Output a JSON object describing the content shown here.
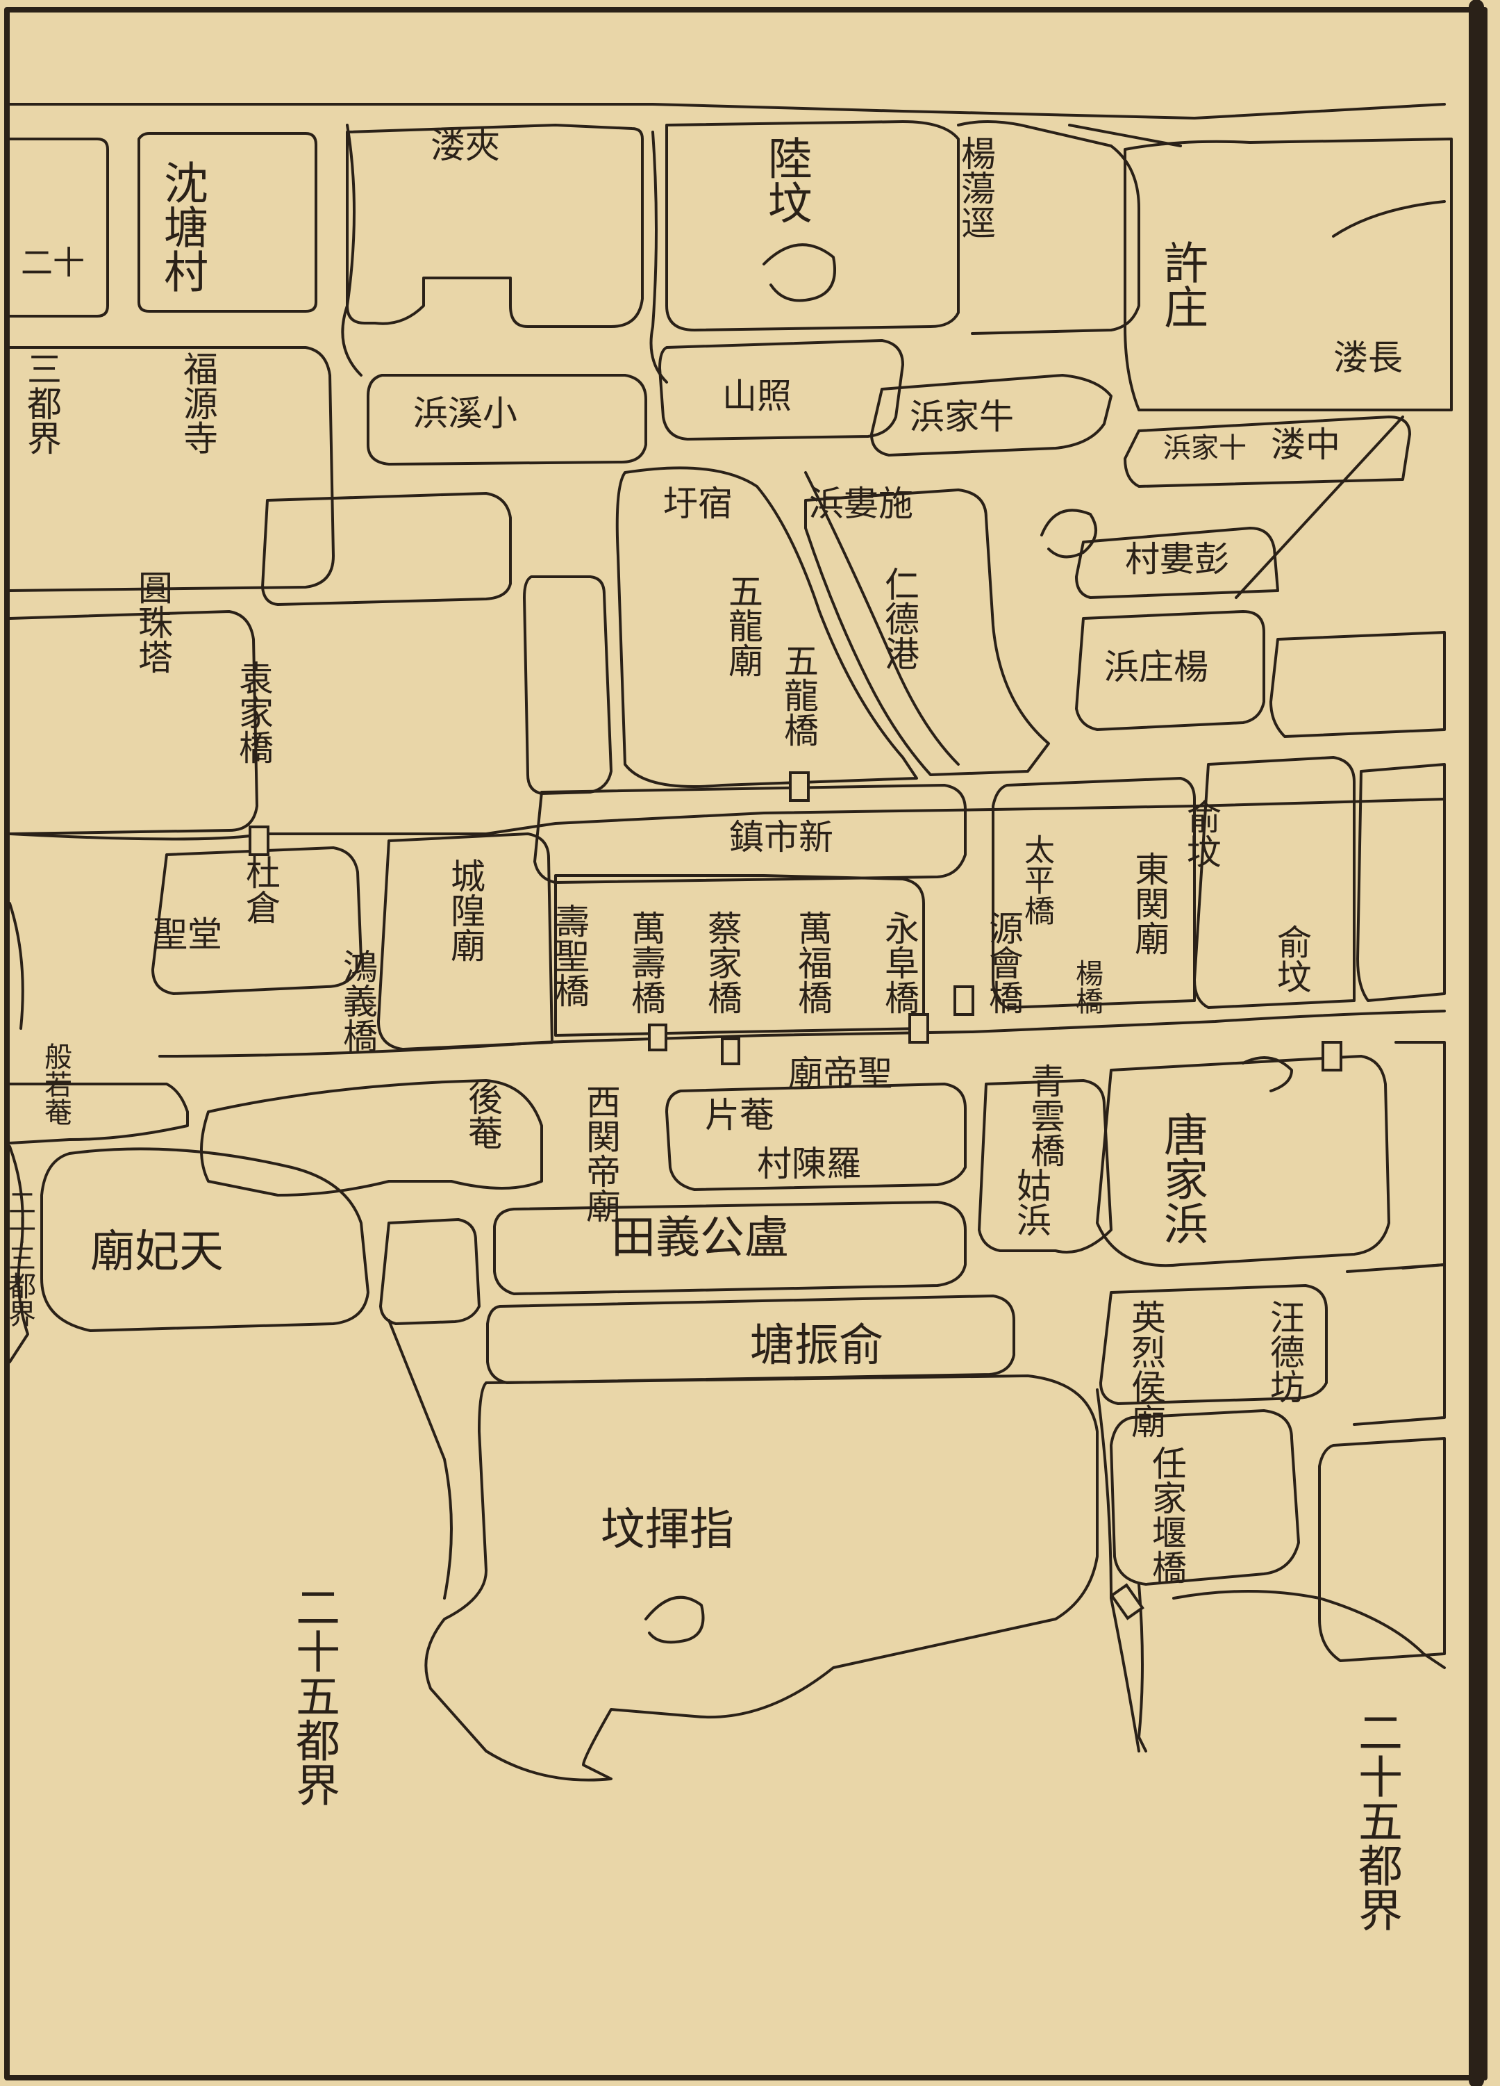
{
  "map": {
    "colors": {
      "paper": "#e9d6a8",
      "ink": "#2a2118"
    },
    "labels": {
      "shen_tang_cun": "沈塘村",
      "er_shi": "二十",
      "jia_lou": "夾溇",
      "lu_fen": "陸坟",
      "yang_dang_jing": "楊蕩逕",
      "xu_zhuang": "許庄",
      "chang_lou": "長溇",
      "san_du_jie": "三都界",
      "fu_yuan_si": "福源寺",
      "xiao_xi_bang": "小溪浜",
      "zhao_shan": "照山",
      "niu_jia_bang": "牛家浜",
      "zhong_lou": "中溇",
      "shi_jia_bang": "十家浜",
      "su_yu": "宿圩",
      "shi_li_bang": "施婁浜",
      "peng_lou_cun": "彭婁村",
      "yuan_zhu_ta": "圓珠塔",
      "wu_long_miao": "五龍廟",
      "ren_de_gang": "仁德港",
      "wu_long_qiao": "五龍橋",
      "yang_zhuang_bang": "楊庄浜",
      "yuan_jia_qiao": "袁家橋",
      "xin_shi_zhen": "新市鎮",
      "yu_fen_1": "俞坟",
      "du_cang": "杜倉",
      "taiping_qiao": "太平橋",
      "dong_guan_miao": "東関廟",
      "sheng_tang": "聖堂",
      "cheng_huang_miao": "城隍廟",
      "shou_sheng_qiao": "壽聖橋",
      "wan_shou_qiao": "萬壽橋",
      "cai_jia_qiao": "蔡家橋",
      "wan_fu_qiao": "萬福橋",
      "yong_fu_qiao": "永阜橋",
      "yuan_hui_qiao": "源會橋",
      "yang_qiao": "楊橋",
      "yu_fen_2": "俞坟",
      "hong_yi_qiao": "鴻義橋",
      "ban_ruo_an": "般若菴",
      "er_shi_san_du_jie": "二十三都界",
      "hou_an": "後菴",
      "xi_guan_di_miao": "西関帝廟",
      "sheng_di_miao": "聖帝廟",
      "an_pian": "菴片",
      "luo_chen_cun": "羅陳村",
      "qing_yun_qiao": "青雲橋",
      "tang_jia_bang": "唐家浜",
      "gu_bang": "姑浜",
      "tian_fei_miao": "天妃廟",
      "lu_gong_yi_tian": "盧公義田",
      "ying_lie_hou_miao": "英烈侯廟",
      "wang_de_fang": "汪德坊",
      "yu_zhen_tang": "俞振塘",
      "ren_jia_yan_qiao": "任家堰橋",
      "zhi_hui_fen": "指揮坟",
      "er_shi_wu_du_jie_1": "二十五都界",
      "er_shi_wu_du_jie_2": "二十五都界"
    }
  }
}
